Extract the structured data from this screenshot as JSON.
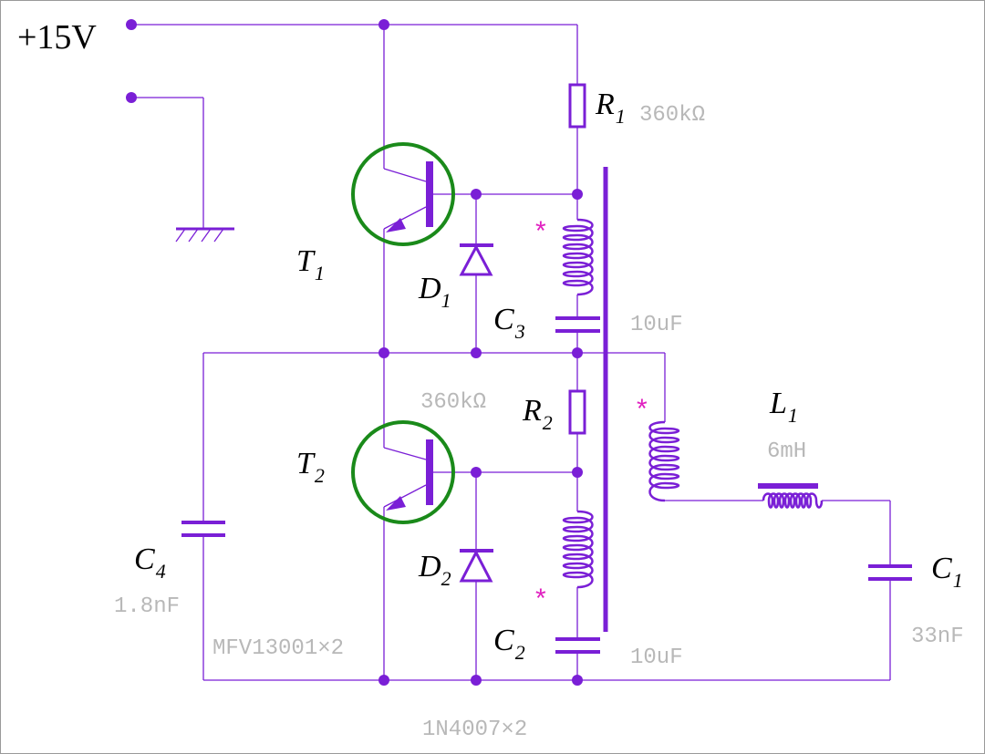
{
  "supply_label": "+15V",
  "transistors": [
    {
      "ref": "T",
      "sub": "1"
    },
    {
      "ref": "T",
      "sub": "2"
    }
  ],
  "transistor_part": "MFV13001×2",
  "diodes": [
    {
      "ref": "D",
      "sub": "1"
    },
    {
      "ref": "D",
      "sub": "2"
    }
  ],
  "diode_part": "1N4007×2",
  "resistors": [
    {
      "ref": "R",
      "sub": "1",
      "value": "360kΩ"
    },
    {
      "ref": "R",
      "sub": "2",
      "value": "360kΩ"
    }
  ],
  "capacitors": [
    {
      "ref": "C",
      "sub": "1",
      "value": "33nF"
    },
    {
      "ref": "C",
      "sub": "2",
      "value": "10uF"
    },
    {
      "ref": "C",
      "sub": "3",
      "value": "10uF"
    },
    {
      "ref": "C",
      "sub": "4",
      "value": "1.8nF"
    }
  ],
  "inductor": {
    "ref": "L",
    "sub": "1",
    "value": "6mH"
  },
  "dot_marker": "*",
  "colors": {
    "wire": "#7a1fd6",
    "transistor_circle": "#1a8a1a",
    "dot_marker": "#e020c0",
    "value_text": "#b8b8b8"
  }
}
